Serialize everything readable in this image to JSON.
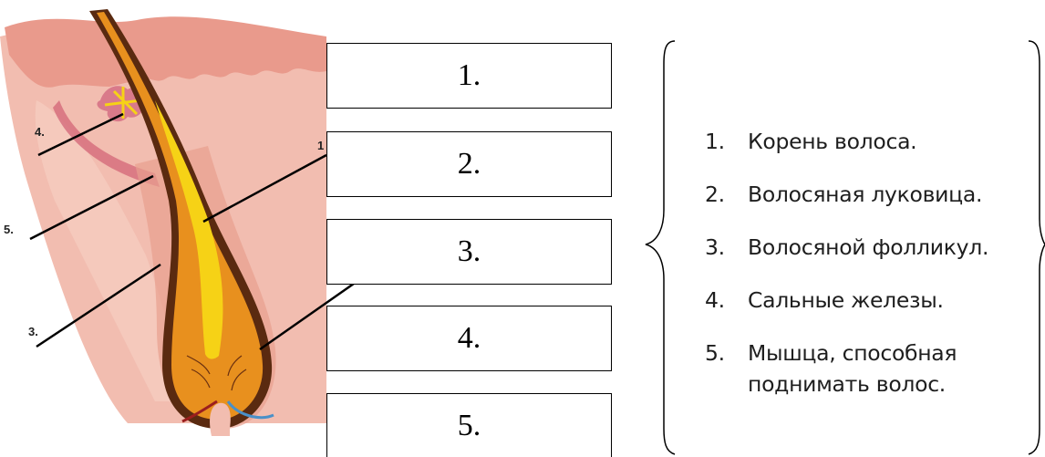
{
  "diagram_labels": [
    "4.",
    "5.",
    "3.",
    "1"
  ],
  "answer_boxes": [
    "1.",
    "2.",
    "3.",
    "4.",
    "5."
  ],
  "legend": {
    "items": [
      {
        "num": "1.",
        "text": "Корень волоса."
      },
      {
        "num": "2.",
        "text": "Волосяная луковица."
      },
      {
        "num": "3.",
        "text": "Волосяной фолликул."
      },
      {
        "num": "4.",
        "text": "Сальные железы."
      },
      {
        "num": "5.",
        "text": "Мышца, способная",
        "cont": "поднимать волос."
      }
    ]
  },
  "colors": {
    "skin": "#f0b3a5",
    "skin_top": "#e89a8e",
    "skin_light": "#f8d3c7",
    "hair_shaft": "#e8901e",
    "hair_outline": "#5a2a10",
    "hair_core": "#f6d216",
    "bulb": "#ee8a1c",
    "blood_vessel_red": "#9b1e1e",
    "blood_vessel_blue": "#4a90c8"
  }
}
